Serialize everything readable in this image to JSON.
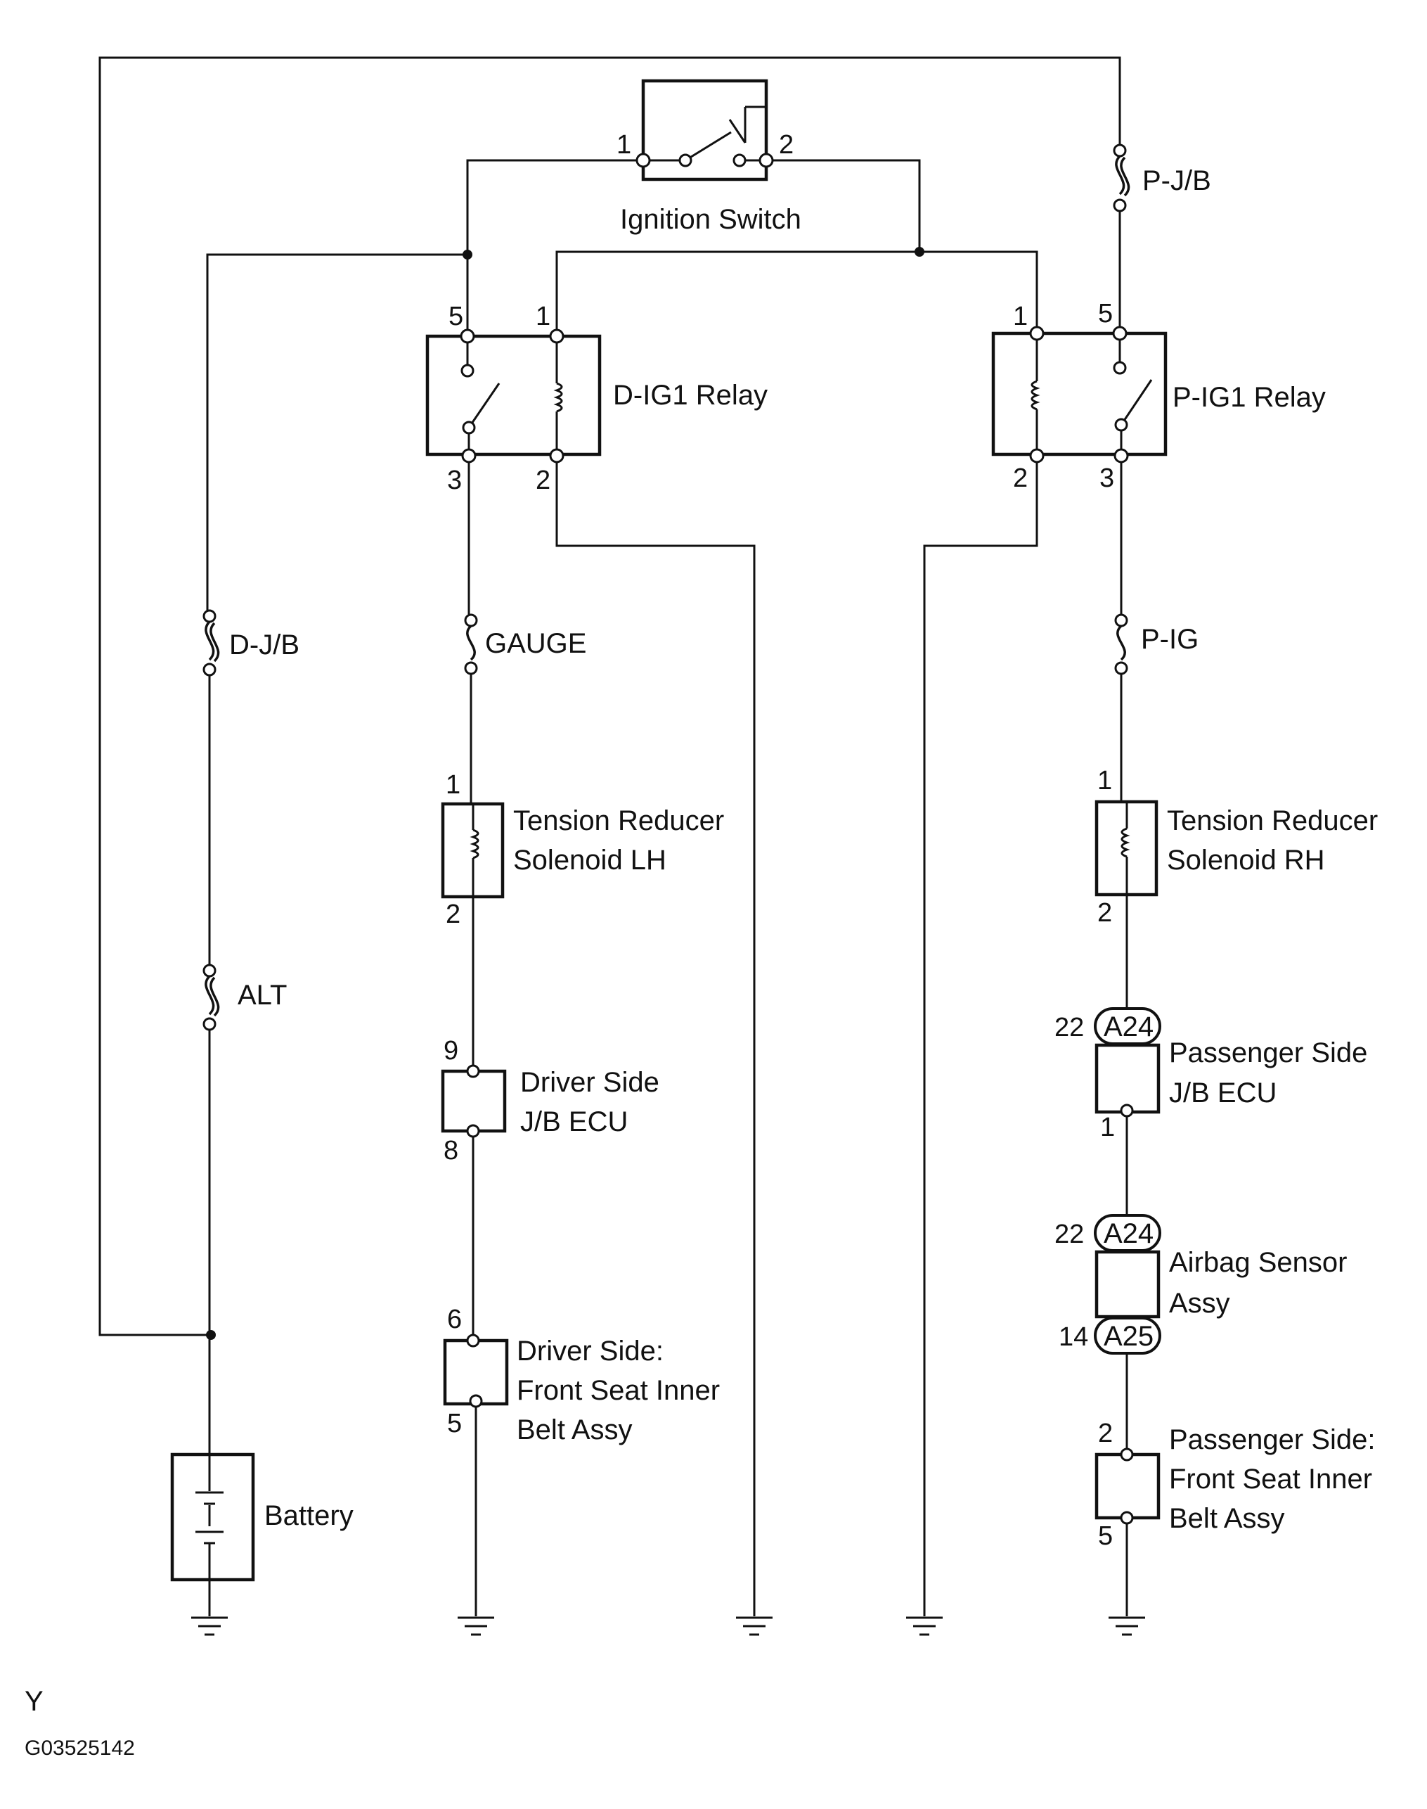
{
  "components": {
    "ignition_switch": {
      "label": "Ignition Switch",
      "pin_left": "1",
      "pin_right": "2"
    },
    "d_ig1_relay": {
      "label": "D-IG1 Relay",
      "pin_5": "5",
      "pin_1": "1",
      "pin_3": "3",
      "pin_2": "2"
    },
    "p_ig1_relay": {
      "label": "P-IG1 Relay",
      "pin_1": "1",
      "pin_5": "5",
      "pin_2": "2",
      "pin_3": "3"
    },
    "fuse_p_jb": {
      "label": "P-J/B"
    },
    "fuse_d_jb": {
      "label": "D-J/B"
    },
    "fuse_gauge": {
      "label": "GAUGE"
    },
    "fuse_p_ig": {
      "label": "P-IG"
    },
    "fuse_alt": {
      "label": "ALT"
    },
    "battery": {
      "label": "Battery"
    },
    "tension_reducer_lh": {
      "line1": "Tension Reducer",
      "line2": "Solenoid LH",
      "pin_top": "1",
      "pin_bottom": "2"
    },
    "tension_reducer_rh": {
      "line1": "Tension Reducer",
      "line2": "Solenoid RH",
      "pin_top": "1",
      "pin_bottom": "2"
    },
    "driver_jb_ecu": {
      "line1": "Driver Side",
      "line2": "J/B ECU",
      "pin_top": "9",
      "pin_bottom": "8"
    },
    "passenger_jb_ecu": {
      "line1": "Passenger Side",
      "line2": "J/B ECU",
      "pin_top": "22",
      "conn_top": "A24",
      "pin_bottom": "1"
    },
    "airbag_sensor": {
      "line1": "Airbag Sensor",
      "line2": "Assy",
      "pin_top": "22",
      "conn_top": "A24",
      "pin_bottom": "14",
      "conn_bottom": "A25"
    },
    "driver_belt": {
      "line1": "Driver Side:",
      "line2": "Front Seat Inner",
      "line3": "Belt Assy",
      "pin_top": "6",
      "pin_bottom": "5"
    },
    "passenger_belt": {
      "line1": "Passenger Side:",
      "line2": "Front Seat Inner",
      "line3": "Belt Assy",
      "pin_top": "2",
      "pin_bottom": "5"
    }
  },
  "footer": {
    "mark": "Y",
    "code": "G03525142"
  }
}
